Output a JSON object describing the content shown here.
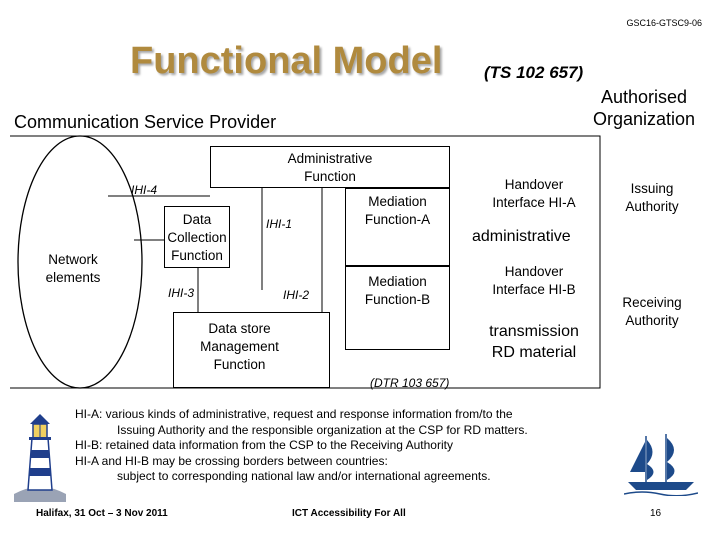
{
  "header": {
    "doc_id": "GSC16-GTSC9-06",
    "title": "Functional Model",
    "ts_ref": "(TS 102 657)",
    "csp_label": "Communication Service Provider",
    "authorised_org_line1": "Authorised",
    "authorised_org_line2": "Organization"
  },
  "diagram": {
    "network_line1": "Network",
    "network_line2": "elements",
    "ihi4": "IHI-4",
    "admin_line1": "Administrative",
    "admin_line2": "Function",
    "data_collection_line1": "Data",
    "data_collection_line2": "Collection",
    "data_collection_line3": "Function",
    "ihi1": "IHI-1",
    "ihi3": "IHI-3",
    "ihi2": "IHI-2",
    "data_store_line1": "Data store",
    "data_store_line2": "Management",
    "data_store_line3": "Function",
    "mediation_a_line1": "Mediation",
    "mediation_a_line2": "Function-A",
    "mediation_b_line1": "Mediation",
    "mediation_b_line2": "Function-B",
    "handover_a_line1": "Handover",
    "handover_a_line2": "Interface HI-A",
    "handover_b_line1": "Handover",
    "handover_b_line2": "Interface HI-B",
    "administrative": "administrative",
    "transmission": "transmission",
    "rd_material": "RD material",
    "issuing_line1": "Issuing",
    "issuing_line2": "Authority",
    "receiving_line1": "Receiving",
    "receiving_line2": "Authority",
    "dtr_ref": "(DTR 103 657)"
  },
  "notes": [
    "HI-A: various kinds of administrative, request and response information from/to the",
    "Issuing Authority and the responsible organization at the CSP for RD matters.",
    "HI-B: retained data information from the CSP to the Receiving Authority",
    "HI-A and HI-B may be crossing borders between countries:",
    "subject to corresponding national law and/or international agreements."
  ],
  "footer": {
    "left": "Halifax, 31 Oct – 3 Nov 2011",
    "center": "ICT Accessibility For All",
    "page": "16"
  },
  "colors": {
    "title": "#b08a3e",
    "lighthouse_blue": "#1f3e8c",
    "ship_blue": "#1d4a8a"
  },
  "icons": [
    "lighthouse-icon",
    "sailing-ship-icon"
  ]
}
